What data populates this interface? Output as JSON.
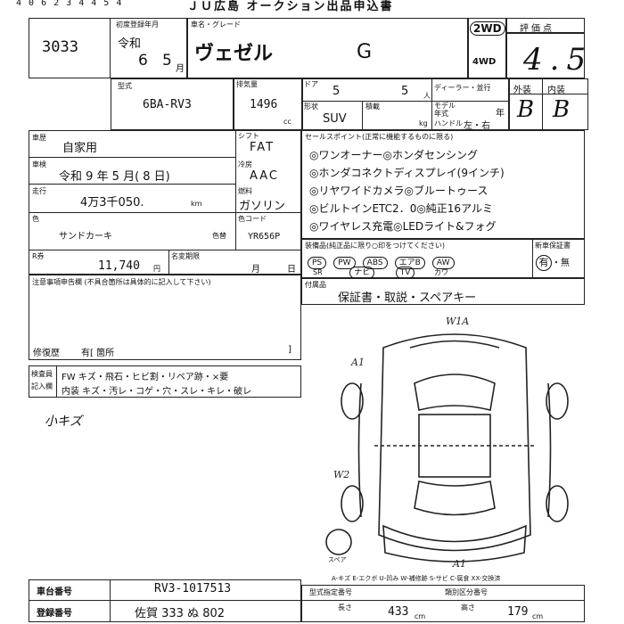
{
  "header": {
    "top_left_digits": "4 0 6 2 3 4 4 5 4",
    "top_title": "ＪＵ広島 オークション出品申込書"
  },
  "car": {
    "lot_number": "3033",
    "first_reg_label": "初度登録年月",
    "era": "令和",
    "year": "6",
    "month": "5",
    "month_unit": "月",
    "name_label": "車名・グレード",
    "name": "ヴェゼル",
    "grade": "G",
    "drive_2wd": "2WD",
    "drive_4wd": "4WD",
    "score_label": "評価点",
    "score": "4.5",
    "model_label": "型式",
    "model": "6BA-RV3",
    "displacement_label": "排気量",
    "displacement": "1496",
    "displacement_unit": "cc",
    "doors_label": "ドア",
    "doors": "5",
    "seats": "5",
    "seats_unit": "人",
    "shape_label": "形状",
    "shape": "SUV",
    "load_label": "積載",
    "load_unit": "kg",
    "model_year_label": "モデル年式",
    "dealer_label": "ディーラー・並行",
    "dealer_mark": "年",
    "handle_label": "ハンドル",
    "handle": "左・右",
    "exterior_label": "外装",
    "exterior": "B",
    "interior_label": "内装",
    "interior": "B"
  },
  "registration": {
    "type_label": "車歴",
    "type": "自家用",
    "inspection_label": "車検",
    "inspection": "令和 9 年 5 月( 8 日)",
    "mileage_label": "走行",
    "mileage": "4万3千050.",
    "mileage_unit": "km",
    "shift_label": "シフト",
    "shift": "FAT",
    "ac_label": "冷房",
    "ac": "AAC",
    "fuel_label": "燃料",
    "fuel": "ガソリン",
    "color_label": "色",
    "color": "サンドカーキ",
    "color_change_label": "色替",
    "color_code_label": "色コード",
    "color_code": "YR656P",
    "recycle_label": "R券",
    "recycle": "11,740",
    "recycle_unit": "円",
    "name_change_label": "名変期限",
    "name_change_month": "月",
    "name_change_day": "日"
  },
  "sales_points": {
    "label": "セールスポイント(正常に機能するものに限る)",
    "items": [
      "◎ワンオーナー◎ホンダセンシング",
      "◎ホンダコネクトディスプレイ(9インチ)",
      "◎リヤワイドカメラ◎ブルートゥース",
      "◎ビルトインETC2．0◎純正16アルミ",
      "◎ワイヤレス充電◎LEDライト&フォグ"
    ]
  },
  "equipment": {
    "label": "装備品(純正品に限り○印をつけてください)",
    "items": [
      "PS",
      "PW",
      "ABS",
      "エアB",
      "AW"
    ],
    "items2": [
      "SR",
      "ナビ",
      "TV",
      "カワ"
    ],
    "new_car_warranty_label": "新車保証書",
    "warranty_yes": "有",
    "warranty_no": "無",
    "extras_label": "付属品",
    "extras": "保証書・取説・スペアキー"
  },
  "notes": {
    "label": "注意事項申告欄",
    "sublabel": "(不具合箇所は具体的に記入して下さい)",
    "repair_label": "修復歴",
    "repair": "有[ 箇所",
    "repair_end": "]"
  },
  "inspector": {
    "label1": "検査員",
    "label2": "記入欄",
    "row1": "FW キズ・飛石・ヒビ割・リペア跡・×要",
    "row2": "内装 キズ・汚レ・コゲ・穴・スレ・キレ・破レ",
    "handwritten": "小キズ"
  },
  "diagram": {
    "marks": [
      "W1A",
      "A1",
      "W2",
      "A1"
    ],
    "spare_label": "スペア",
    "legend": "A-キズ E-エクボ U-凹み W-補修跡 S-サビ C-腐食 XX-交換済"
  },
  "bottom": {
    "chassis_label": "車台番号",
    "chassis": "RV3-1017513",
    "plate_label": "登録番号",
    "plate": "佐賀 333 ぬ 802",
    "cert_label": "型式指定番号",
    "class_label": "類別区分番号",
    "length_label": "長さ",
    "length": "433",
    "length_unit": "cm",
    "height_label": "高さ",
    "height": "179",
    "height_unit": "cm"
  }
}
